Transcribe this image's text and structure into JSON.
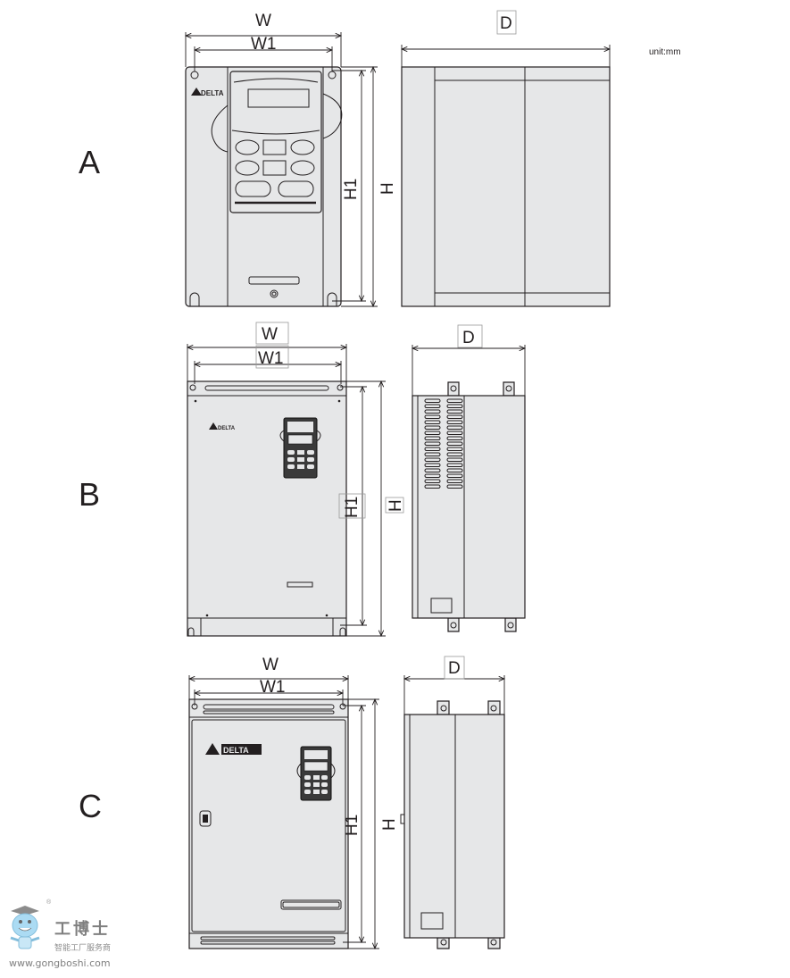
{
  "unit_label": "unit:mm",
  "brand_logo": "DELTA",
  "dimension_labels": {
    "width": "W",
    "width1": "W1",
    "depth": "D",
    "height": "H",
    "height1": "H1"
  },
  "frames": [
    {
      "label": "A"
    },
    {
      "label": "B"
    },
    {
      "label": "C"
    }
  ],
  "watermark": {
    "name": "工博士",
    "tagline": "智能工厂服务商",
    "url": "www.gongboshi.com",
    "registered": "®"
  }
}
